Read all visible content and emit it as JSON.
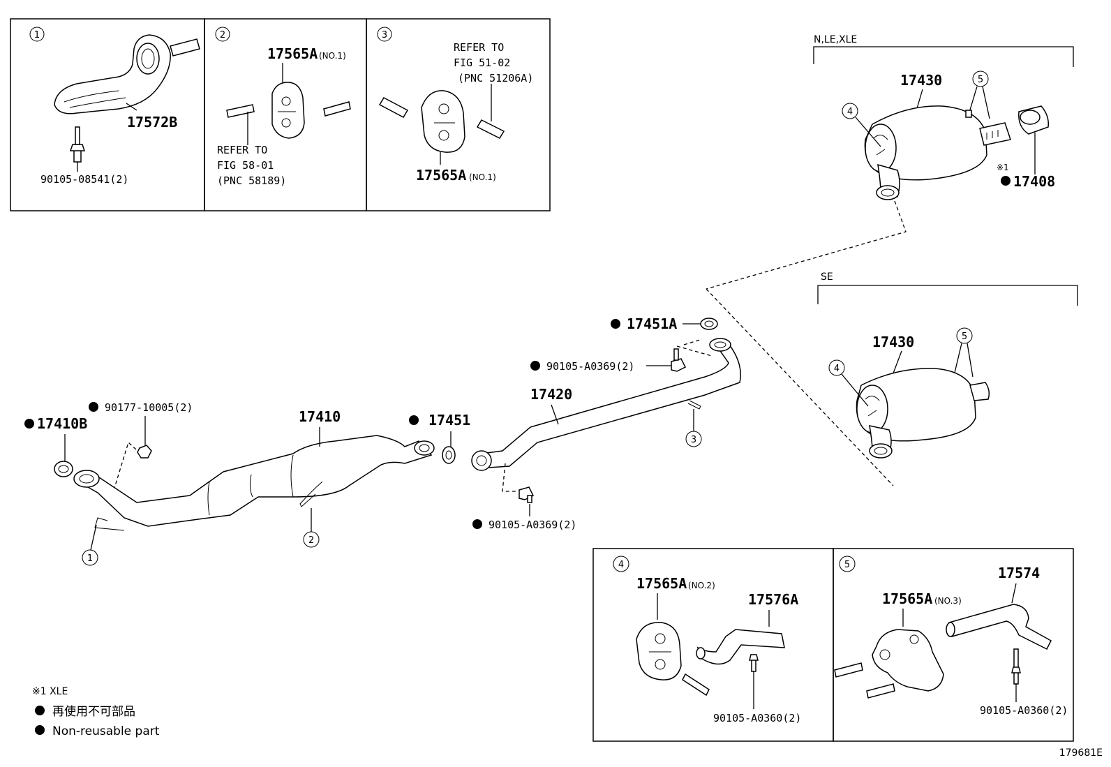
{
  "labels": {
    "p17410B": "17410B",
    "p17410": "17410",
    "p17451": "17451",
    "p17451A": "17451A",
    "p17420": "17420",
    "b90177": "90177-10005(2)",
    "b90105a": "90105-A0369(2)",
    "b90105b": "90105-A0369(2)",
    "p17430a": "17430",
    "p17430b": "17430",
    "p17408": "17408",
    "x1": "※1",
    "grp_n": "N,LE,XLE",
    "grp_se": "SE",
    "p17572B": "17572B",
    "b90105_08541": "90105-08541(2)",
    "p17565A_2": "17565A",
    "no1_2": "(NO.1)",
    "ref2_l1": "REFER TO",
    "ref2_l2": "FIG 58-01",
    "ref2_l3": "(PNC 58189)",
    "ref3_l1": "REFER TO",
    "ref3_l2": "FIG 51-02",
    "ref3_l3": "(PNC 51206A)",
    "p17565A_3": "17565A",
    "no1_3": "(NO.1)",
    "p17565A_4": "17565A",
    "no2_4": "(NO.2)",
    "p17576A": "17576A",
    "b90105_A0360a": "90105-A0360(2)",
    "p17565A_5": "17565A",
    "no3_5": "(NO.3)",
    "p17574": "17574",
    "b90105_A0360b": "90105-A0360(2)",
    "c1": "1",
    "c2": "2",
    "c3": "3",
    "c4": "4",
    "c5": "5",
    "legend_x": "※1 XLE",
    "legend_jp": "再使用不可部品",
    "legend_en": "Non-reusable part",
    "figcode": "179681E"
  }
}
